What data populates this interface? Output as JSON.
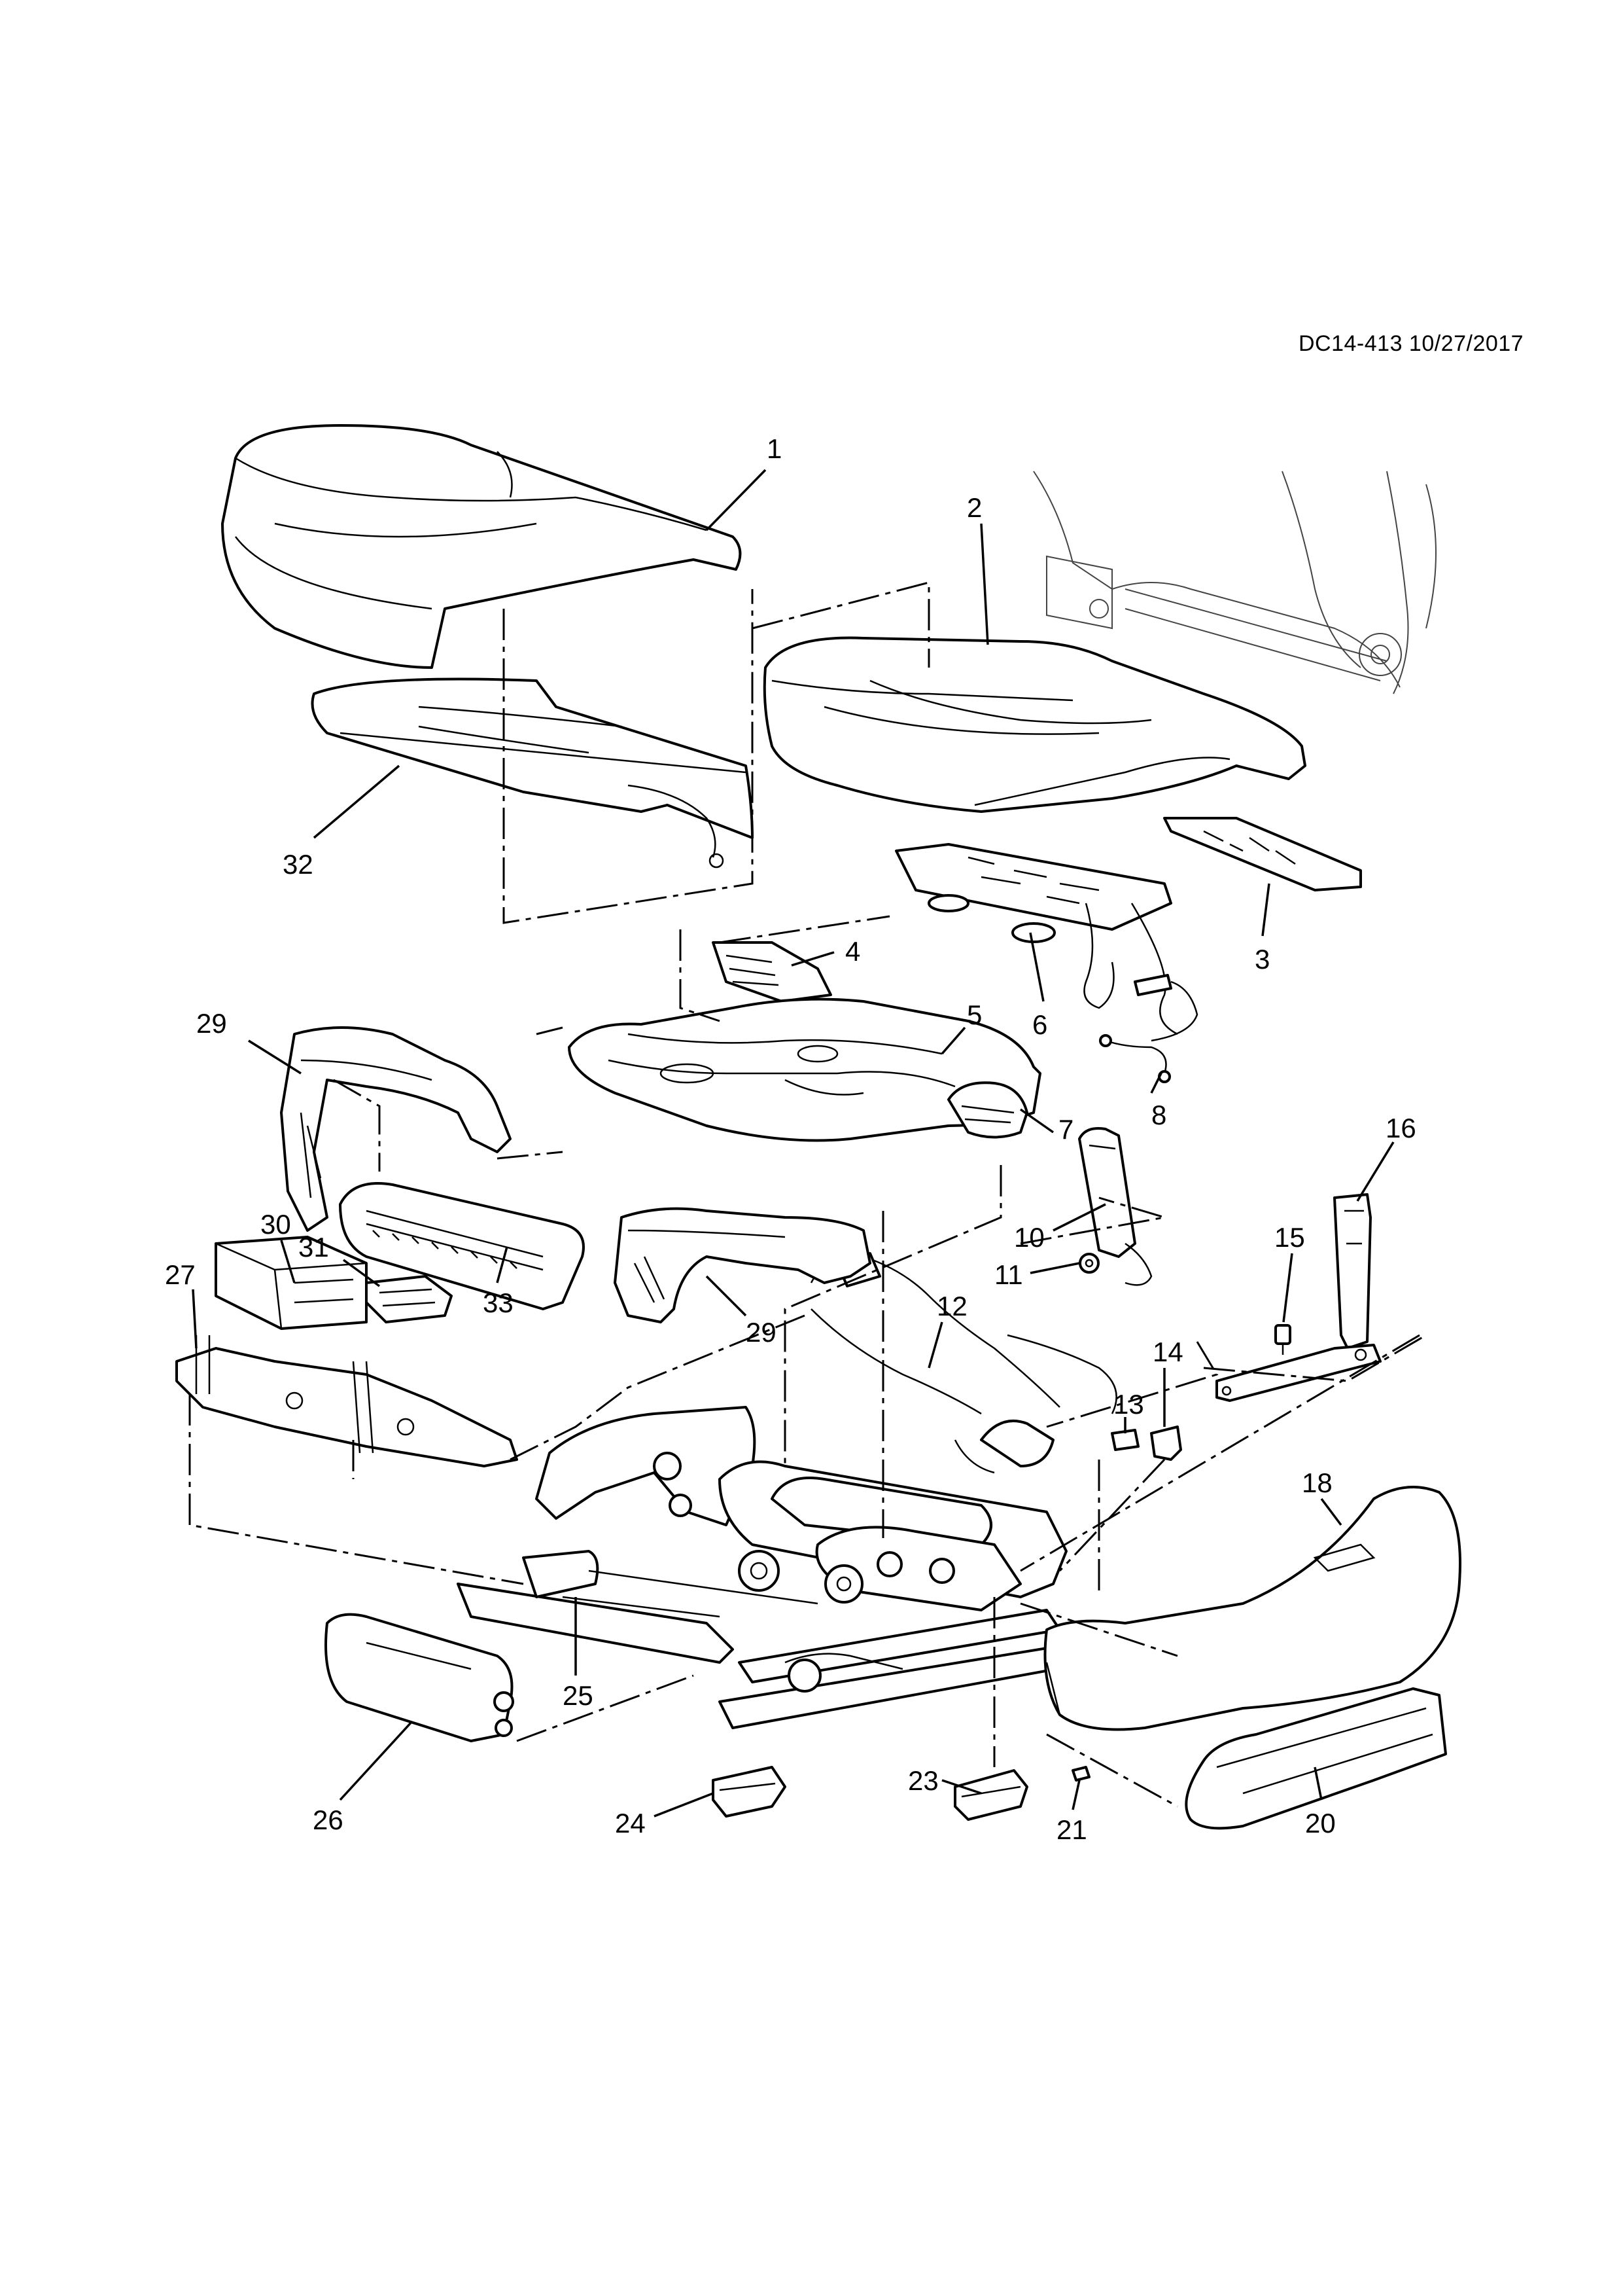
{
  "header": {
    "doc_code": "DC14-413 10/27/2017"
  },
  "callouts": [
    {
      "id": "c1",
      "label": "1"
    },
    {
      "id": "c2",
      "label": "2"
    },
    {
      "id": "c3",
      "label": "3"
    },
    {
      "id": "c4",
      "label": "4"
    },
    {
      "id": "c5",
      "label": "5"
    },
    {
      "id": "c6",
      "label": "6"
    },
    {
      "id": "c7",
      "label": "7"
    },
    {
      "id": "c8",
      "label": "8"
    },
    {
      "id": "c10",
      "label": "10"
    },
    {
      "id": "c11",
      "label": "11"
    },
    {
      "id": "c12",
      "label": "12"
    },
    {
      "id": "c13",
      "label": "13"
    },
    {
      "id": "c14",
      "label": "14"
    },
    {
      "id": "c15",
      "label": "15"
    },
    {
      "id": "c16",
      "label": "16"
    },
    {
      "id": "c18",
      "label": "18"
    },
    {
      "id": "c20",
      "label": "20"
    },
    {
      "id": "c21",
      "label": "21"
    },
    {
      "id": "c23",
      "label": "23"
    },
    {
      "id": "c24",
      "label": "24"
    },
    {
      "id": "c25",
      "label": "25"
    },
    {
      "id": "c26",
      "label": "26"
    },
    {
      "id": "c27",
      "label": "27"
    },
    {
      "id": "c29a",
      "label": "29"
    },
    {
      "id": "c29b",
      "label": "29"
    },
    {
      "id": "c30",
      "label": "30"
    },
    {
      "id": "c31",
      "label": "31"
    },
    {
      "id": "c32",
      "label": "32"
    },
    {
      "id": "c33",
      "label": "33"
    }
  ]
}
